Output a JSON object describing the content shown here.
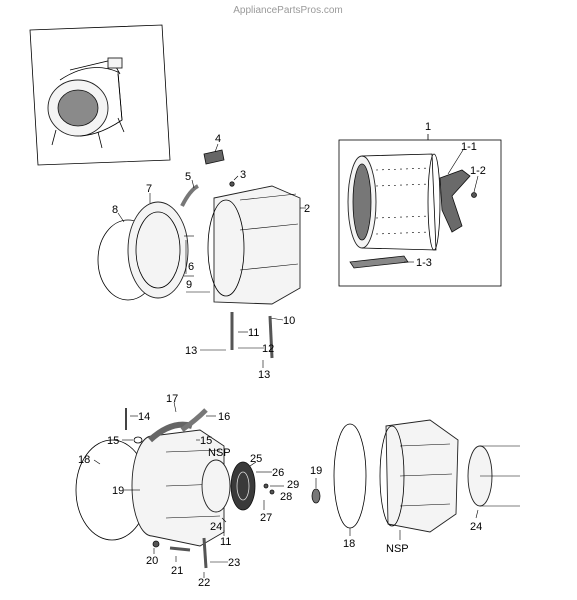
{
  "watermark": "AppliancePartsPros.com",
  "callouts": {
    "c1": "1",
    "c1_1": "1-1",
    "c1_2": "1-2",
    "c1_3": "1-3",
    "c2": "2",
    "c3": "3",
    "c4": "4",
    "c5": "5",
    "c6": "6",
    "c7": "7",
    "c8": "8",
    "c9": "9",
    "c10": "10",
    "c11": "11",
    "c12": "12",
    "c13a": "13",
    "c13b": "13",
    "c14": "14",
    "c15a": "15",
    "c15b": "15",
    "c16": "16",
    "c17": "17",
    "c18a": "18",
    "c18b": "18",
    "c19a": "19",
    "c19b": "19",
    "c20": "20",
    "c21": "21",
    "c22": "22",
    "c23": "23",
    "c24a": "24",
    "c24b": "24",
    "c11b": "11",
    "c25": "25",
    "c26": "26",
    "c27": "27",
    "c28": "28",
    "c29": "29",
    "nsp_a": "NSP",
    "nsp_b": "NSP"
  }
}
